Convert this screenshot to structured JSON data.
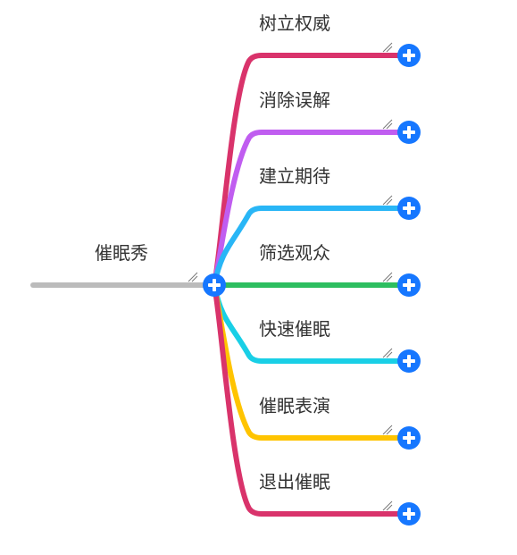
{
  "root": {
    "label": "催眠秀",
    "line_color": "#bbbbbb"
  },
  "button_color": "#1677ff",
  "children": [
    {
      "label": "树立权威",
      "color": "#d9336b"
    },
    {
      "label": "消除误解",
      "color": "#c05df0"
    },
    {
      "label": "建立期待",
      "color": "#29b6f6"
    },
    {
      "label": "筛选观众",
      "color": "#2dbe60"
    },
    {
      "label": "快速催眠",
      "color": "#19cfe6"
    },
    {
      "label": "催眠表演",
      "color": "#ffc400"
    },
    {
      "label": "退出催眠",
      "color": "#d9336b"
    }
  ]
}
